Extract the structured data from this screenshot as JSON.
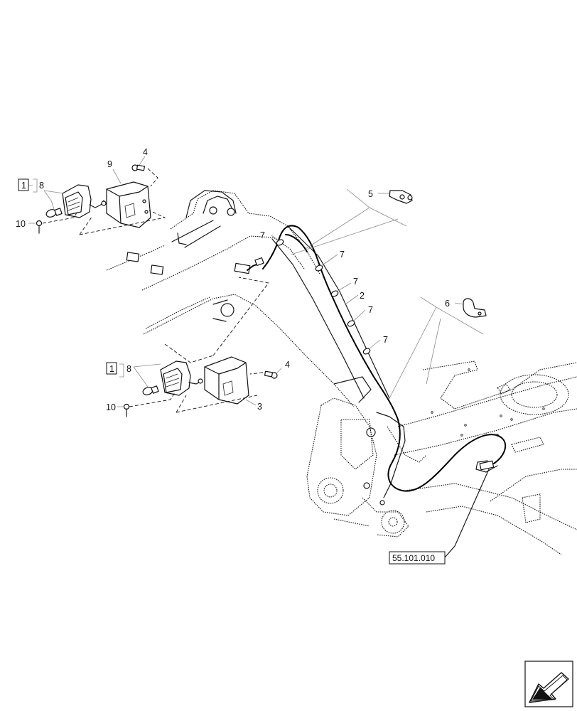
{
  "callouts": {
    "c1_upper": "1",
    "c1_lower": "1",
    "c2": "2",
    "c3": "3",
    "c4_upper": "4",
    "c4_lower": "4",
    "c5": "5",
    "c6": "6",
    "c7_a": "7",
    "c7_b": "7",
    "c7_c": "7",
    "c7_d": "7",
    "c7_e": "7",
    "c8_upper": "8",
    "c8_lower": "8",
    "c9": "9",
    "c10_upper": "10",
    "c10_lower": "10"
  },
  "reference": {
    "label": "55.101.010"
  },
  "nav_icon": "next-page-arrow-icon"
}
